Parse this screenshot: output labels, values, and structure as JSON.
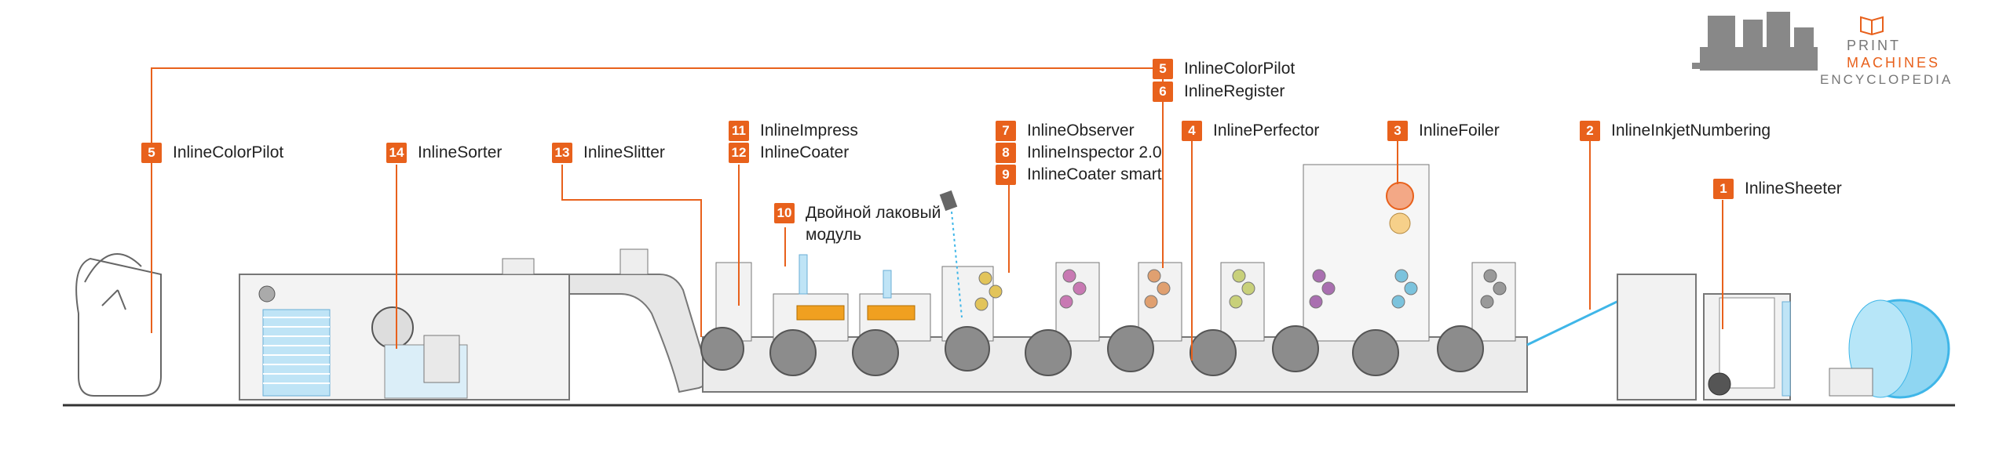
{
  "labels": [
    {
      "num": "1",
      "text": "InlineSheeter"
    },
    {
      "num": "2",
      "text": "InlineInkjetNumbering"
    },
    {
      "num": "3",
      "text": "InlineFoiler"
    },
    {
      "num": "4",
      "text": "InlinePerfector"
    },
    {
      "num": "5",
      "text": "InlineColorPilot"
    },
    {
      "num": "6",
      "text": "InlineRegister"
    },
    {
      "num": "7",
      "text": "InlineObserver"
    },
    {
      "num": "8",
      "text": "InlineInspector 2.0"
    },
    {
      "num": "9",
      "text": "InlineCoater smart"
    },
    {
      "num": "10",
      "text": "Двойной лаковый\nмодуль"
    },
    {
      "num": "11",
      "text": "InlineImpress"
    },
    {
      "num": "12",
      "text": "InlineCoater"
    },
    {
      "num": "13",
      "text": "InlineSlitter"
    },
    {
      "num": "14",
      "text": "InlineSorter"
    },
    {
      "num": "5",
      "text": "InlineColorPilot"
    }
  ],
  "logo": {
    "line1": "PRINT",
    "line2": "MACHINES",
    "line3": "ENCYCLOPEDIA"
  },
  "colors": {
    "accent": "#e8611c",
    "machine": "#8a8a8a",
    "cyan": "#3fb6e8"
  }
}
